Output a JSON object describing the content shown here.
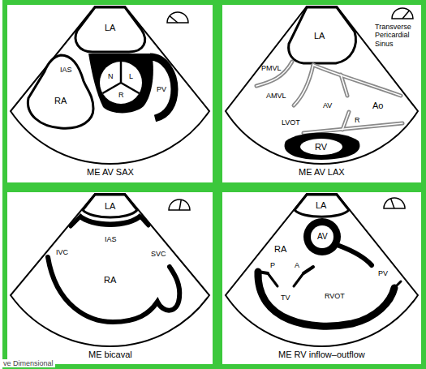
{
  "diagram": {
    "nodes": [
      {
        "text": [
          "ME AV SAX"
        ]
      },
      {
        "text": [
          "ME AV LAX"
        ]
      },
      {
        "text": [
          "ME bicaval"
        ]
      },
      {
        "text": [
          "ME RV inflow–outflow"
        ]
      }
    ],
    "labels": [
      "LA",
      "IAS",
      "RA",
      "N",
      "L",
      "R",
      "PV",
      "LA",
      "Transverse Pericardial Sinus",
      "PMVL",
      "AMVL",
      "LVOT",
      "AV",
      "R",
      "Ao",
      "RV",
      "LA",
      "IVC",
      "IAS",
      "SVC",
      "RA",
      "LA",
      "RA",
      "P",
      "A",
      "AV",
      "PV",
      "TV",
      "RVOT",
      "ve Dimensional"
    ]
  }
}
